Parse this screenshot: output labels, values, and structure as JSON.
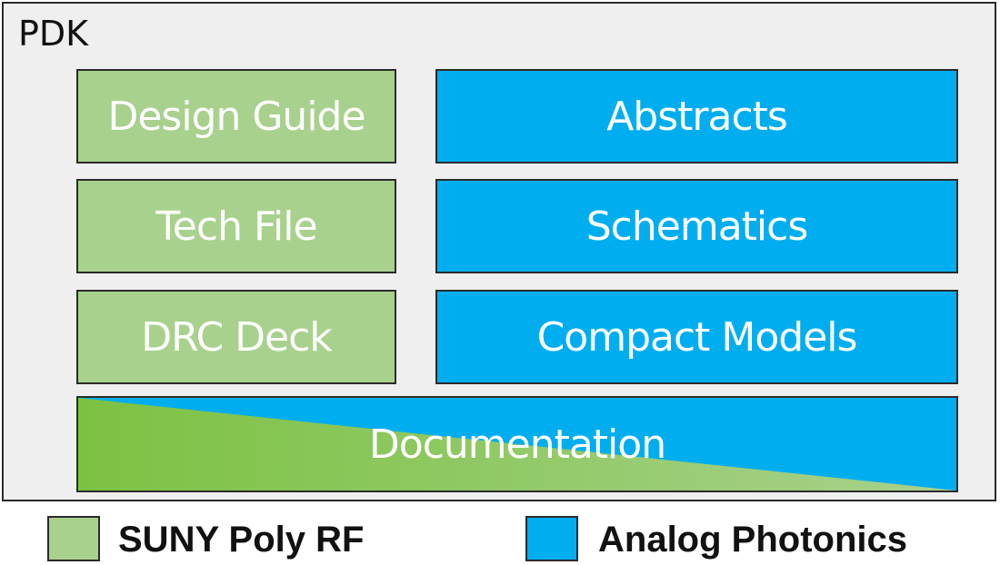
{
  "title": "PDK",
  "colors": {
    "suny": "#a8d18d",
    "analog": "#00aeef",
    "gradient_green_start": "#7cc242",
    "gradient_green_end": "#a8d18d"
  },
  "boxes": {
    "design_guide": "Design Guide",
    "tech_file": "Tech File",
    "drc_deck": "DRC Deck",
    "abstracts": "Abstracts",
    "schematics": "Schematics",
    "compact_models": "Compact Models",
    "documentation": "Documentation"
  },
  "legend": [
    {
      "label": "SUNY Poly RF",
      "color": "#a8d18d"
    },
    {
      "label": "Analog Photonics",
      "color": "#00aeef"
    }
  ]
}
